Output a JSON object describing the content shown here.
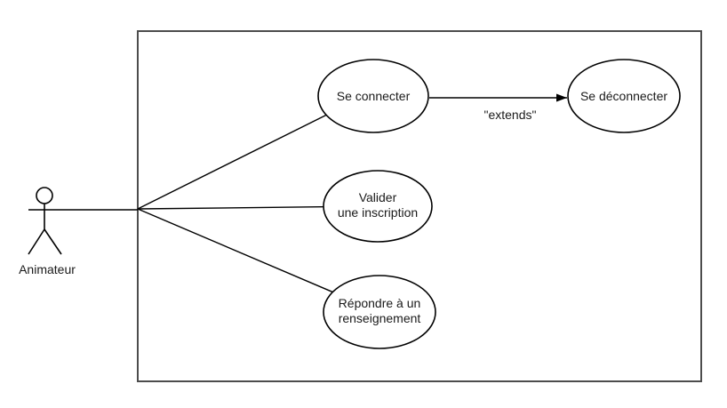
{
  "colors": {
    "background": "#ffffff",
    "shape_stroke": "#000000",
    "boundary_stroke": "#4d4d4d",
    "text": "#1a1a1a"
  },
  "actor": {
    "name": "Animateur"
  },
  "use_cases": {
    "se_connecter": {
      "label": "Se connecter"
    },
    "valider_inscription": {
      "line1": "Valider",
      "line2": "une inscription"
    },
    "repondre_renseignement": {
      "line1": "Répondre à un",
      "line2": "renseignement"
    },
    "se_deconnecter": {
      "label": "Se déconnecter"
    }
  },
  "relations": {
    "extends": {
      "label": "\"extends\""
    }
  }
}
